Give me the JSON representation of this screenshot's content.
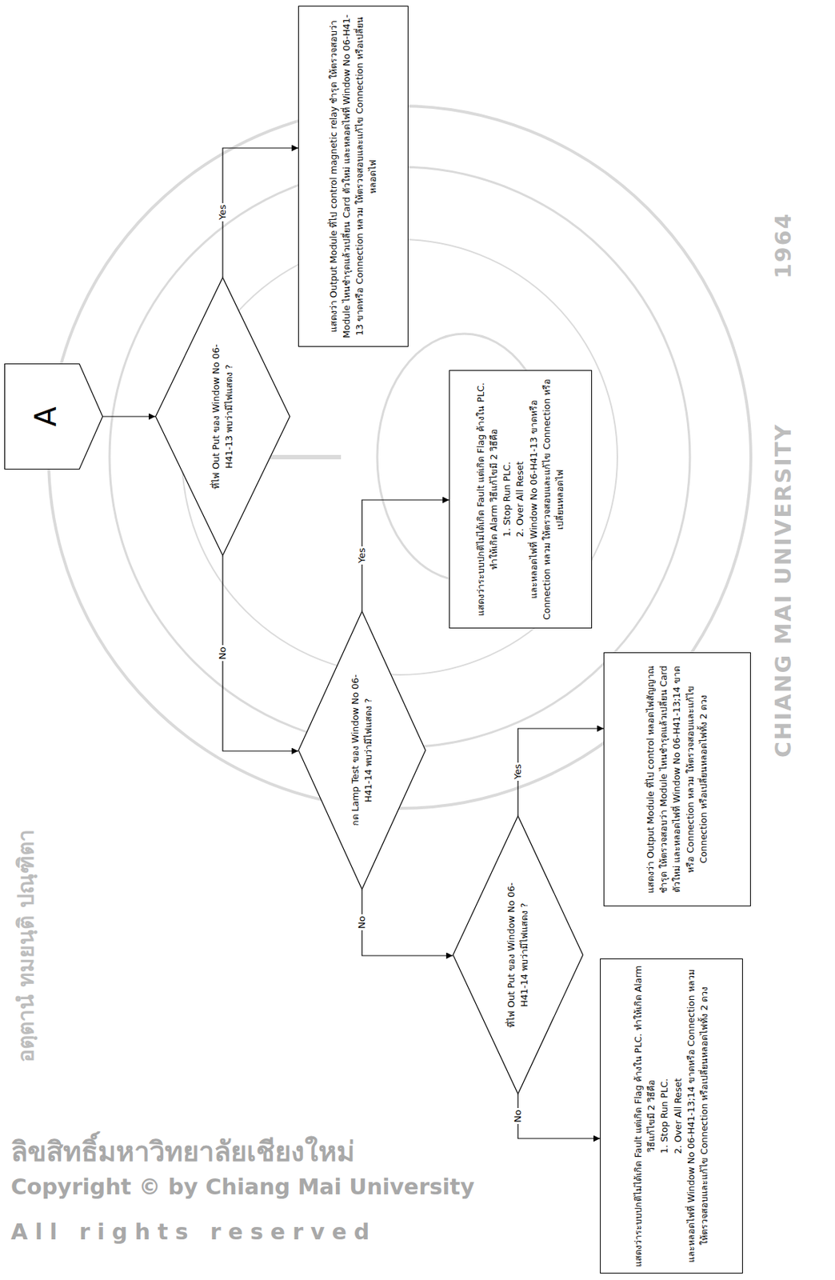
{
  "diagram": {
    "nodes": [
      {
        "text": [
          "A"
        ]
      },
      {
        "text": [
          "ที่ไฟ Out Put ของ Window No 06-H41-13 พบว่ามีไฟแสดง ?"
        ]
      },
      {
        "text": [
          "แสดงว่า Output Module ที่ไป control magnetic relay ชำรุด ให้ตรวจสอบว่า Module ไหนชำรุดแล้วเปลี่ยน Card ตัวใหม่ และหลอดไฟที่ Window No 06-H41-13 ขาดหรือ Connection หลวม ให้ตรวจสอบและแก้ไข Connection หรือเปลี่ยนหลอดไฟ"
        ]
      },
      {
        "text": [
          "กด Lamp Test ของ Window No 06-H41-14 พบว่ามีไฟแสดง ?"
        ]
      },
      {
        "text": [
          "แสดงว่าระบบปกติไม่ได้เกิด Fault แต่เกิด Flag ค้างใน PLC. ทำให้เกิด Alarm วิธีแก้ไขมี 2 วิธีคือ",
          "1. Stop Run PLC.",
          "2. Over All Reset",
          "และหลอดไฟที่ Window No 06-H41-13 ขาดหรือ Connection หลวม ให้ตรวจสอบและแก้ไข Connection หรือเปลี่ยนหลอดไฟ"
        ]
      },
      {
        "text": [
          "ที่ไฟ Out Put ของ Window No 06-H41-14 พบว่ามีไฟแสดง ?"
        ]
      },
      {
        "text": [
          "แสดงว่า Output Module ที่ไป control หลอดไฟสัญญาณชำรุด ให้ตรวจสอบว่า Module ไหนชำรุดแล้วเปลี่ยน Card ตัวใหม่ และหลอดไฟที่ Window No 06-H41-13;14 ขาดหรือ Connection หลวม ให้ตรวจสอบและแก้ไข Connection หรือเปลี่ยนหลอดไฟทั้ง 2 ดวง"
        ]
      },
      {
        "text": [
          "แสดงว่าระบบปกติไม่ได้เกิด Fault แต่เกิด Flag ค้างใน PLC. ทำให้เกิด Alarm วิธีแก้ไขมี 2 วิธีคือ",
          "1. Stop Run PLC.",
          "2. Over All Reset",
          "และหลอดไฟที่ Window No 06-H41-13;14 ขาดหรือ Connection หลวม ให้ตรวจสอบและแก้ไข Connection หรือเปลี่ยนหลอดไฟทั้ง 2 ดวง"
        ]
      }
    ],
    "edges": [
      {
        "from": 0,
        "to": 1,
        "arrow": "to"
      },
      {
        "from": 1,
        "to": 2,
        "label": "Yes",
        "arrow": "to"
      },
      {
        "from": 1,
        "to": 3,
        "label": "No",
        "arrow": "to"
      },
      {
        "from": 3,
        "to": 4,
        "label": "Yes",
        "arrow": "to"
      },
      {
        "from": 3,
        "to": 5,
        "label": "No",
        "arrow": "to"
      },
      {
        "from": 5,
        "to": 6,
        "label": "Yes",
        "arrow": "to"
      },
      {
        "from": 5,
        "to": 7,
        "label": "No",
        "arrow": "to"
      }
    ],
    "labels": [
      "อตฺตานํ ทมยนฺติ ปณฺฑิตา",
      "CHIANG MAI UNIVERSITY",
      "1964",
      "ลิขสิทธิ์มหาวิทยาลัยเชียงใหม่",
      "Copyright © by Chiang Mai University",
      "All rights reserved"
    ]
  }
}
